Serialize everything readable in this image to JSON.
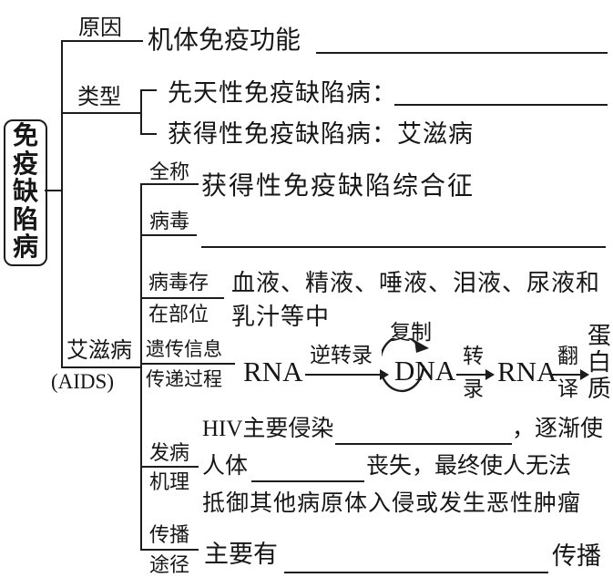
{
  "root": {
    "title": "免疫缺陷病"
  },
  "cause": {
    "label": "原因",
    "text": "机体免疫功能"
  },
  "types": {
    "label": "类型",
    "congenital": "先天性免疫缺陷病：",
    "acquired": "获得性免疫缺陷病：艾滋病"
  },
  "aids": {
    "label": "艾滋病",
    "abbr": "(AIDS)",
    "full_name": {
      "label": "全称",
      "text": "获得性免疫缺陷综合征"
    },
    "virus": {
      "label": "病毒"
    },
    "location": {
      "label1": "病毒存",
      "label2": "在部位",
      "text1": "血液、精液、唾液、泪液、尿液和",
      "text2": "乳汁等中"
    },
    "genetic": {
      "label1": "遗传信息",
      "label2": "传递过程",
      "rna1": "RNA",
      "reverse_transcription": "逆转录",
      "replication": "复制",
      "dna": "DNA",
      "transcription_top": "转",
      "transcription_bottom": "录",
      "rna2": "RNA",
      "translation_top": "翻",
      "translation_bottom": "译",
      "protein": "蛋白质"
    },
    "pathogenesis": {
      "label1": "发病",
      "label2": "机理",
      "line1_pre": "HIV主要侵染",
      "line1_post": "，逐渐使",
      "line2_pre": "人体",
      "line2_post": "丧失，最终使人无法",
      "line3": "抵御其他病原体入侵或发生恶性肿瘤"
    },
    "transmission": {
      "label1": "传播",
      "label2": "途径",
      "pre": "主要有",
      "post": "传播"
    }
  },
  "colors": {
    "ink": "#1c1c1c",
    "background": "#ffffff"
  }
}
